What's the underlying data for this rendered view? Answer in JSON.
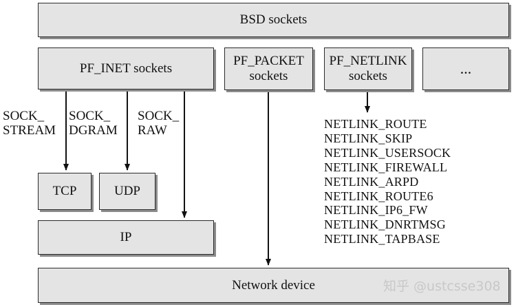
{
  "boxes": {
    "bsd": "BSD sockets",
    "pf_inet": "PF_INET sockets",
    "pf_packet": "PF_PACKET\nsockets",
    "pf_netlink": "PF_NETLINK\nsockets",
    "ellipsis": "...",
    "tcp": "TCP",
    "udp": "UDP",
    "ip": "IP",
    "network_device": "Network device"
  },
  "labels": {
    "sock_stream": "SOCK_\nSTREAM",
    "sock_dgram": "SOCK_\nDGRAM",
    "sock_raw": "SOCK_\nRAW"
  },
  "netlink_protocols": [
    "NETLINK_ROUTE",
    "NETLINK_SKIP",
    "NETLINK_USERSOCK",
    "NETLINK_FIREWALL",
    "NETLINK_ARPD",
    "NETLINK_ROUTE6",
    "NETLINK_IP6_FW",
    "NETLINK_DNRTMSG",
    "NETLINK_TAPBASE"
  ],
  "watermark": "知乎 @ustcsse308"
}
